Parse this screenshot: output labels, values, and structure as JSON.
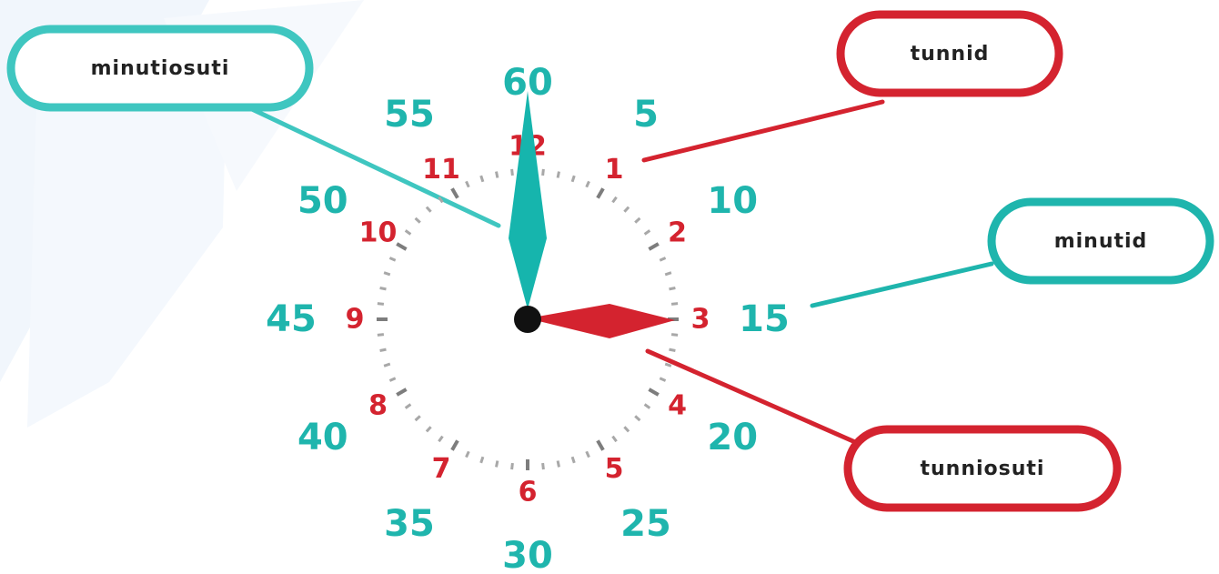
{
  "colors": {
    "minute": "#1fb5ad",
    "hour": "#d4232f",
    "tick": "#8a8a8a",
    "pivot": "#111111",
    "background_accent": "#eef4fb"
  },
  "labels": {
    "minute_hand": "minutiosuti",
    "hours": "tunnid",
    "minutes": "minutid",
    "hour_hand": "tunniosuti"
  },
  "hour_numbers": [
    "12",
    "1",
    "2",
    "3",
    "4",
    "5",
    "6",
    "7",
    "8",
    "9",
    "10",
    "11"
  ],
  "minute_numbers": [
    "60",
    "5",
    "10",
    "15",
    "20",
    "25",
    "30",
    "35",
    "40",
    "45",
    "50",
    "55"
  ],
  "clock": {
    "hour_hand_points_to": "3",
    "minute_hand_points_to": "12"
  }
}
